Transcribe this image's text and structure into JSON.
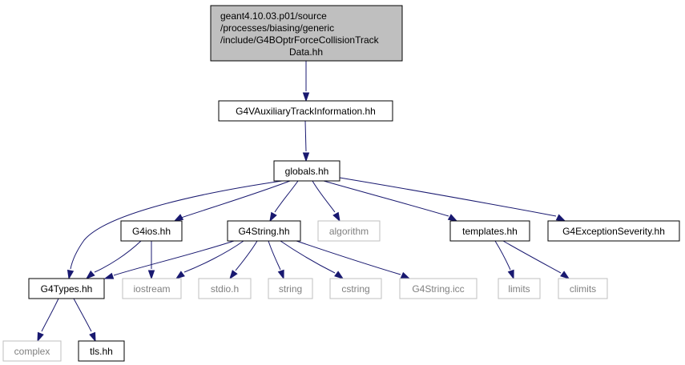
{
  "colors": {
    "edge": "#191970",
    "root_fill": "#bfbfbf",
    "node_fill": "#ffffff",
    "node_stroke": "#000000",
    "system_stroke": "#bfbfbf",
    "text": "#000000",
    "system_text": "#808080"
  },
  "root": {
    "label_lines": [
      "geant4.10.03.p01/source",
      "/processes/biasing/generic",
      "/include/G4BOptrForceCollisionTrack",
      "Data.hh"
    ]
  },
  "nodes": {
    "aux": {
      "label": "G4VAuxiliaryTrackInformation.hh",
      "kind": "local"
    },
    "globals": {
      "label": "globals.hh",
      "kind": "local"
    },
    "g4ios": {
      "label": "G4ios.hh",
      "kind": "local"
    },
    "g4string": {
      "label": "G4String.hh",
      "kind": "local"
    },
    "algorithm": {
      "label": "algorithm",
      "kind": "system"
    },
    "templates": {
      "label": "templates.hh",
      "kind": "local"
    },
    "exception": {
      "label": "G4ExceptionSeverity.hh",
      "kind": "local"
    },
    "g4types": {
      "label": "G4Types.hh",
      "kind": "local"
    },
    "iostream": {
      "label": "iostream",
      "kind": "system"
    },
    "stdio": {
      "label": "stdio.h",
      "kind": "system"
    },
    "string": {
      "label": "string",
      "kind": "system"
    },
    "cstring": {
      "label": "cstring",
      "kind": "system"
    },
    "g4stringicc": {
      "label": "G4String.icc",
      "kind": "system"
    },
    "limits": {
      "label": "limits",
      "kind": "system"
    },
    "climits": {
      "label": "climits",
      "kind": "system"
    },
    "complex": {
      "label": "complex",
      "kind": "system"
    },
    "tls": {
      "label": "tls.hh",
      "kind": "local"
    }
  },
  "edges": [
    [
      "root",
      "aux"
    ],
    [
      "aux",
      "globals"
    ],
    [
      "globals",
      "g4types"
    ],
    [
      "globals",
      "g4ios"
    ],
    [
      "globals",
      "g4string"
    ],
    [
      "globals",
      "algorithm"
    ],
    [
      "globals",
      "templates"
    ],
    [
      "globals",
      "exception"
    ],
    [
      "g4ios",
      "g4types"
    ],
    [
      "g4ios",
      "iostream"
    ],
    [
      "g4string",
      "g4types"
    ],
    [
      "g4string",
      "iostream"
    ],
    [
      "g4string",
      "stdio"
    ],
    [
      "g4string",
      "string"
    ],
    [
      "g4string",
      "cstring"
    ],
    [
      "g4string",
      "g4stringicc"
    ],
    [
      "templates",
      "limits"
    ],
    [
      "templates",
      "climits"
    ],
    [
      "g4types",
      "complex"
    ],
    [
      "g4types",
      "tls"
    ]
  ]
}
